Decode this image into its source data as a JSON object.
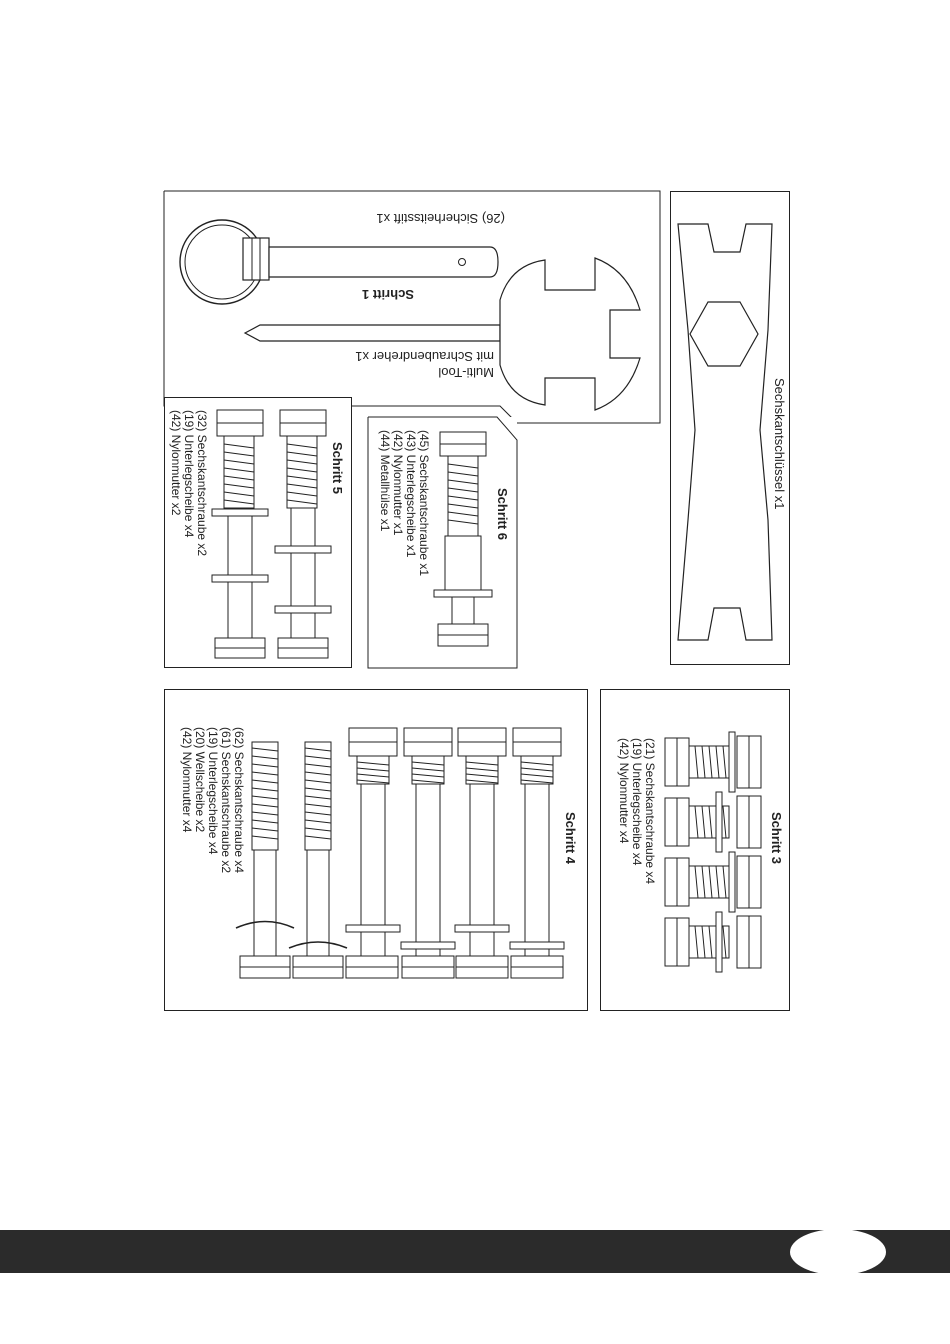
{
  "steps": {
    "schritt1": {
      "title": "Schritt 1",
      "pin_label": "(26) Sicherheitsstift x1",
      "multitool_line1": "Multi-Tool",
      "multitool_line2": "mit Schraubendreher x1"
    },
    "wrench": {
      "label": "Sechskantschlüssel x1"
    },
    "schritt5": {
      "title": "Schritt 5",
      "items": [
        "(32) Sechskantschraube x2",
        "(19) Unterlegscheibe x4",
        "(42) Nylonmutter x2"
      ]
    },
    "schritt6": {
      "title": "Schritt 6",
      "items": [
        "(45) Sechskantschraube x1",
        "(43) Unterlegscheibe x1",
        "(42) Nylonmutter x1",
        "(44) Metallhülse x1"
      ]
    },
    "schritt4": {
      "title": "Schritt 4",
      "items": [
        "(62) Sechskantschraube x4",
        "(61) Sechskantschraube x2",
        "(19) Unterlegscheibe x4",
        "(20) Wellscheibe x2",
        "(42) Nylonmutter x4"
      ]
    },
    "schritt3": {
      "title": "Schritt 3",
      "items": [
        "(21) Sechskantschraube x4",
        "(19) Unterlegscheibe x4",
        "(42) Nylonmutter x4"
      ]
    }
  }
}
